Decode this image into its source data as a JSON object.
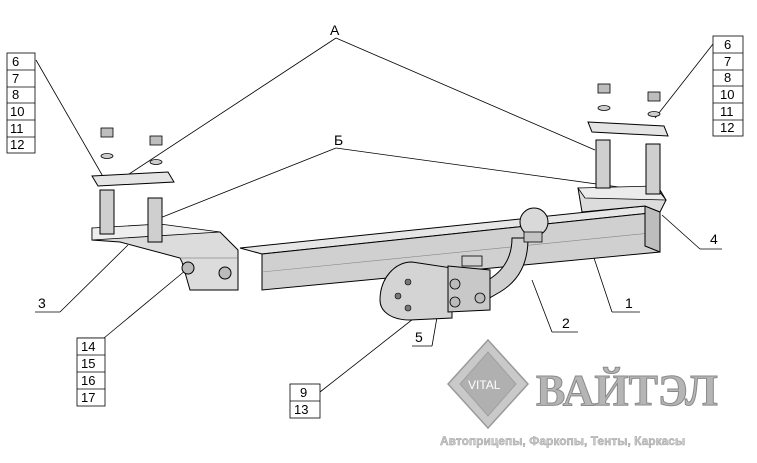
{
  "callouts": {
    "group_a": "А",
    "group_b": "Б",
    "part_1": "1",
    "part_2": "2",
    "part_3": "3",
    "part_4": "4",
    "part_5": "5",
    "left_stack": [
      "6",
      "7",
      "8",
      "10",
      "11",
      "12"
    ],
    "right_stack": [
      "6",
      "7",
      "8",
      "10",
      "11",
      "12"
    ],
    "bottom_left_stack": [
      "14",
      "15",
      "16",
      "17"
    ],
    "bottom_stack": [
      "9",
      "13"
    ]
  },
  "watermark": {
    "logo_text": "VITAL",
    "brand_name": "ВАЙТЭЛ",
    "tagline": "Автоприцепы, Фаркопы, Тенты, Каркасы"
  }
}
